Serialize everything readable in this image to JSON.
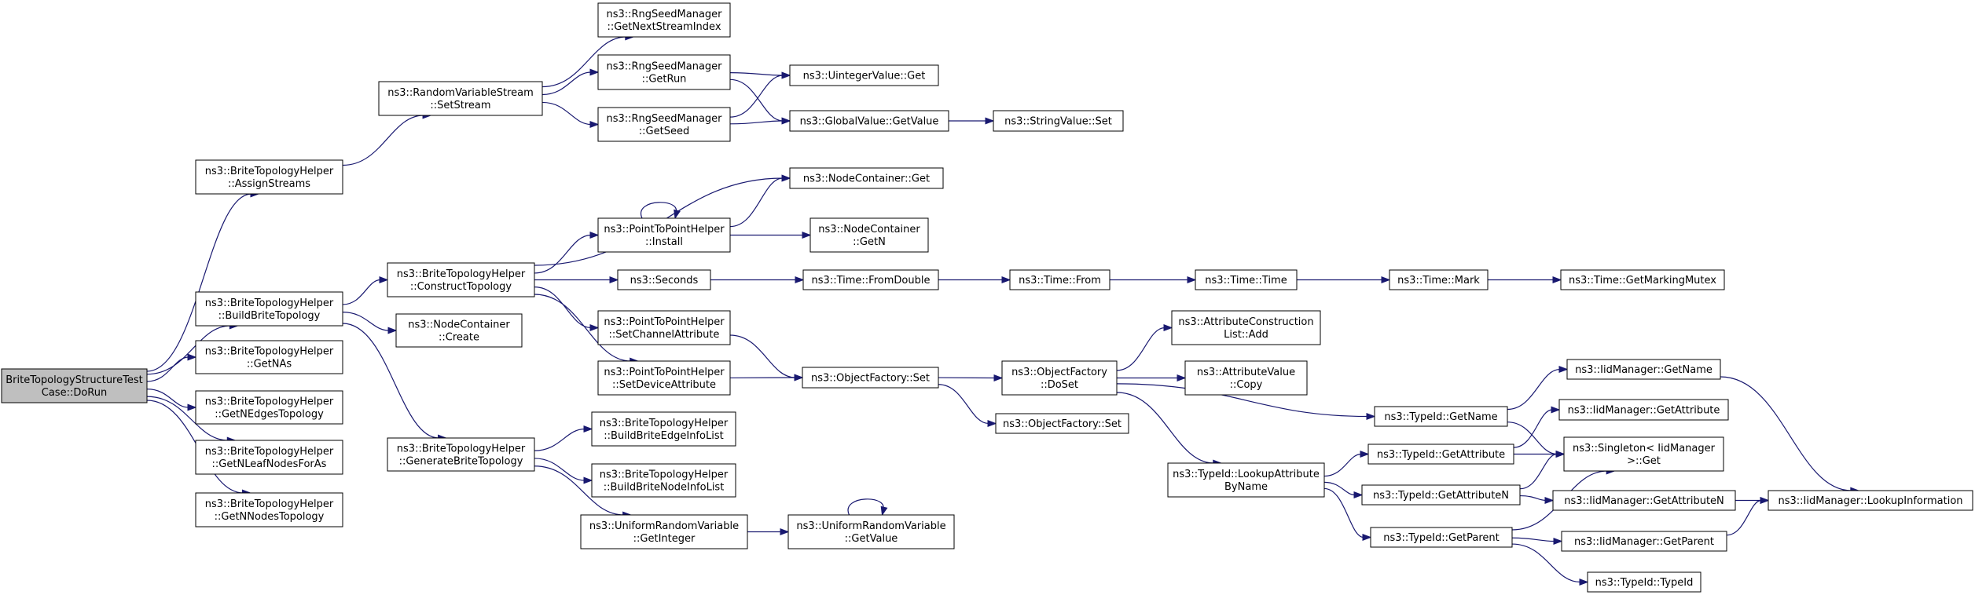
{
  "colors": {
    "edge": "#191970",
    "root_fill": "#bfbfbf",
    "node_fill": "#ffffff",
    "node_stroke": "#000000"
  },
  "nodes": [
    {
      "id": "doRun",
      "lines": [
        "BriteTopologyStructureTest",
        "Case::DoRun"
      ],
      "root": true
    },
    {
      "id": "assignStreams",
      "lines": [
        "ns3::BriteTopologyHelper",
        "::AssignStreams"
      ]
    },
    {
      "id": "buildBrite",
      "lines": [
        "ns3::BriteTopologyHelper",
        "::BuildBriteTopology"
      ]
    },
    {
      "id": "getNAs",
      "lines": [
        "ns3::BriteTopologyHelper",
        "::GetNAs"
      ]
    },
    {
      "id": "getNEdges",
      "lines": [
        "ns3::BriteTopologyHelper",
        "::GetNEdgesTopology"
      ]
    },
    {
      "id": "getNLeaf",
      "lines": [
        "ns3::BriteTopologyHelper",
        "::GetNLeafNodesForAs"
      ]
    },
    {
      "id": "getNNodes",
      "lines": [
        "ns3::BriteTopologyHelper",
        "::GetNNodesTopology"
      ]
    },
    {
      "id": "setStream",
      "lines": [
        "ns3::RandomVariableStream",
        "::SetStream"
      ]
    },
    {
      "id": "constructTopo",
      "lines": [
        "ns3::BriteTopologyHelper",
        "::ConstructTopology"
      ]
    },
    {
      "id": "ncCreate",
      "lines": [
        "ns3::NodeContainer",
        "::Create"
      ]
    },
    {
      "id": "generateBrite",
      "lines": [
        "ns3::BriteTopologyHelper",
        "::GenerateBriteTopology"
      ]
    },
    {
      "id": "getNextStream",
      "lines": [
        "ns3::RngSeedManager",
        "::GetNextStreamIndex"
      ]
    },
    {
      "id": "getRun",
      "lines": [
        "ns3::RngSeedManager",
        "::GetRun"
      ]
    },
    {
      "id": "getSeed",
      "lines": [
        "ns3::RngSeedManager",
        "::GetSeed"
      ]
    },
    {
      "id": "p2pInstall",
      "lines": [
        "ns3::PointToPointHelper",
        "::Install"
      ]
    },
    {
      "id": "seconds",
      "lines": [
        "ns3::Seconds"
      ]
    },
    {
      "id": "p2pChannel",
      "lines": [
        "ns3::PointToPointHelper",
        "::SetChannelAttribute"
      ]
    },
    {
      "id": "p2pDevice",
      "lines": [
        "ns3::PointToPointHelper",
        "::SetDeviceAttribute"
      ]
    },
    {
      "id": "edgeInfo",
      "lines": [
        "ns3::BriteTopologyHelper",
        "::BuildBriteEdgeInfoList"
      ]
    },
    {
      "id": "nodeInfo",
      "lines": [
        "ns3::BriteTopologyHelper",
        "::BuildBriteNodeInfoList"
      ]
    },
    {
      "id": "uGetInteger",
      "lines": [
        "ns3::UniformRandomVariable",
        "::GetInteger"
      ]
    },
    {
      "id": "uintGet",
      "lines": [
        "ns3::UintegerValue::Get"
      ]
    },
    {
      "id": "gvGetValue",
      "lines": [
        "ns3::GlobalValue::GetValue"
      ]
    },
    {
      "id": "ncGet",
      "lines": [
        "ns3::NodeContainer::Get"
      ]
    },
    {
      "id": "ncGetN",
      "lines": [
        "ns3::NodeContainer",
        "::GetN"
      ]
    },
    {
      "id": "fromDouble",
      "lines": [
        "ns3::Time::FromDouble"
      ]
    },
    {
      "id": "ofSet",
      "lines": [
        "ns3::ObjectFactory::Set"
      ]
    },
    {
      "id": "uGetValue",
      "lines": [
        "ns3::UniformRandomVariable",
        "::GetValue"
      ]
    },
    {
      "id": "svSet",
      "lines": [
        "ns3::StringValue::Set"
      ]
    },
    {
      "id": "timeFrom",
      "lines": [
        "ns3::Time::From"
      ]
    },
    {
      "id": "ofDoSet",
      "lines": [
        "ns3::ObjectFactory",
        "::DoSet"
      ]
    },
    {
      "id": "ofSet2",
      "lines": [
        "ns3::ObjectFactory::Set"
      ]
    },
    {
      "id": "timeTime",
      "lines": [
        "ns3::Time::Time"
      ]
    },
    {
      "id": "aclAdd",
      "lines": [
        "ns3::AttributeConstruction",
        "List::Add"
      ]
    },
    {
      "id": "avCopy",
      "lines": [
        "ns3::AttributeValue",
        "::Copy"
      ]
    },
    {
      "id": "lookupAttr",
      "lines": [
        "ns3::TypeId::LookupAttribute",
        "ByName"
      ]
    },
    {
      "id": "timeMark",
      "lines": [
        "ns3::Time::Mark"
      ]
    },
    {
      "id": "tidGetName",
      "lines": [
        "ns3::TypeId::GetName"
      ]
    },
    {
      "id": "tidGetAttr",
      "lines": [
        "ns3::TypeId::GetAttribute"
      ]
    },
    {
      "id": "tidGetAttrN",
      "lines": [
        "ns3::TypeId::GetAttributeN"
      ]
    },
    {
      "id": "tidGetParent",
      "lines": [
        "ns3::TypeId::GetParent"
      ]
    },
    {
      "id": "markingMutex",
      "lines": [
        "ns3::Time::GetMarkingMutex"
      ]
    },
    {
      "id": "imGetName",
      "lines": [
        "ns3::IidManager::GetName"
      ]
    },
    {
      "id": "imGetAttr",
      "lines": [
        "ns3::IidManager::GetAttribute"
      ]
    },
    {
      "id": "singletonGet",
      "lines": [
        "ns3::Singleton< IidManager",
        " >::Get"
      ]
    },
    {
      "id": "imGetAttrN",
      "lines": [
        "ns3::IidManager::GetAttributeN"
      ]
    },
    {
      "id": "imGetParent",
      "lines": [
        "ns3::IidManager::GetParent"
      ]
    },
    {
      "id": "tidTypeId",
      "lines": [
        "ns3::TypeId::TypeId"
      ]
    },
    {
      "id": "imLookup",
      "lines": [
        "ns3::IidManager::LookupInformation"
      ]
    }
  ],
  "edges": [
    [
      "doRun",
      "assignStreams"
    ],
    [
      "doRun",
      "buildBrite"
    ],
    [
      "doRun",
      "getNAs"
    ],
    [
      "doRun",
      "getNEdges"
    ],
    [
      "doRun",
      "getNLeaf"
    ],
    [
      "doRun",
      "getNNodes"
    ],
    [
      "assignStreams",
      "setStream"
    ],
    [
      "setStream",
      "getNextStream"
    ],
    [
      "setStream",
      "getRun"
    ],
    [
      "setStream",
      "getSeed"
    ],
    [
      "getRun",
      "uintGet"
    ],
    [
      "getRun",
      "gvGetValue"
    ],
    [
      "getSeed",
      "uintGet"
    ],
    [
      "getSeed",
      "gvGetValue"
    ],
    [
      "gvGetValue",
      "svSet"
    ],
    [
      "buildBrite",
      "constructTopo"
    ],
    [
      "buildBrite",
      "ncCreate"
    ],
    [
      "buildBrite",
      "generateBrite"
    ],
    [
      "constructTopo",
      "ncGet"
    ],
    [
      "constructTopo",
      "p2pInstall"
    ],
    [
      "constructTopo",
      "seconds"
    ],
    [
      "constructTopo",
      "p2pChannel"
    ],
    [
      "constructTopo",
      "p2pDevice"
    ],
    [
      "p2pInstall",
      "p2pInstall"
    ],
    [
      "p2pInstall",
      "ncGet"
    ],
    [
      "p2pInstall",
      "ncGetN"
    ],
    [
      "seconds",
      "fromDouble"
    ],
    [
      "fromDouble",
      "timeFrom"
    ],
    [
      "timeFrom",
      "timeTime"
    ],
    [
      "timeTime",
      "timeMark"
    ],
    [
      "timeMark",
      "markingMutex"
    ],
    [
      "p2pChannel",
      "ofSet"
    ],
    [
      "p2pDevice",
      "ofSet"
    ],
    [
      "ofSet",
      "ofDoSet"
    ],
    [
      "ofSet",
      "ofSet2"
    ],
    [
      "ofDoSet",
      "aclAdd"
    ],
    [
      "ofDoSet",
      "avCopy"
    ],
    [
      "ofDoSet",
      "tidGetName"
    ],
    [
      "ofDoSet",
      "lookupAttr"
    ],
    [
      "generateBrite",
      "edgeInfo"
    ],
    [
      "generateBrite",
      "nodeInfo"
    ],
    [
      "generateBrite",
      "uGetInteger"
    ],
    [
      "uGetInteger",
      "uGetValue"
    ],
    [
      "uGetValue",
      "uGetValue"
    ],
    [
      "lookupAttr",
      "tidGetAttr"
    ],
    [
      "lookupAttr",
      "tidGetAttrN"
    ],
    [
      "lookupAttr",
      "tidGetParent"
    ],
    [
      "tidGetName",
      "imGetName"
    ],
    [
      "tidGetName",
      "singletonGet"
    ],
    [
      "tidGetAttr",
      "imGetAttr"
    ],
    [
      "tidGetAttr",
      "singletonGet"
    ],
    [
      "tidGetAttrN",
      "singletonGet"
    ],
    [
      "tidGetAttrN",
      "imGetAttrN"
    ],
    [
      "tidGetParent",
      "singletonGet"
    ],
    [
      "tidGetParent",
      "imGetParent"
    ],
    [
      "tidGetParent",
      "tidTypeId"
    ],
    [
      "imGetName",
      "imLookup"
    ],
    [
      "imGetAttrN",
      "imLookup"
    ],
    [
      "imGetParent",
      "imLookup"
    ]
  ]
}
